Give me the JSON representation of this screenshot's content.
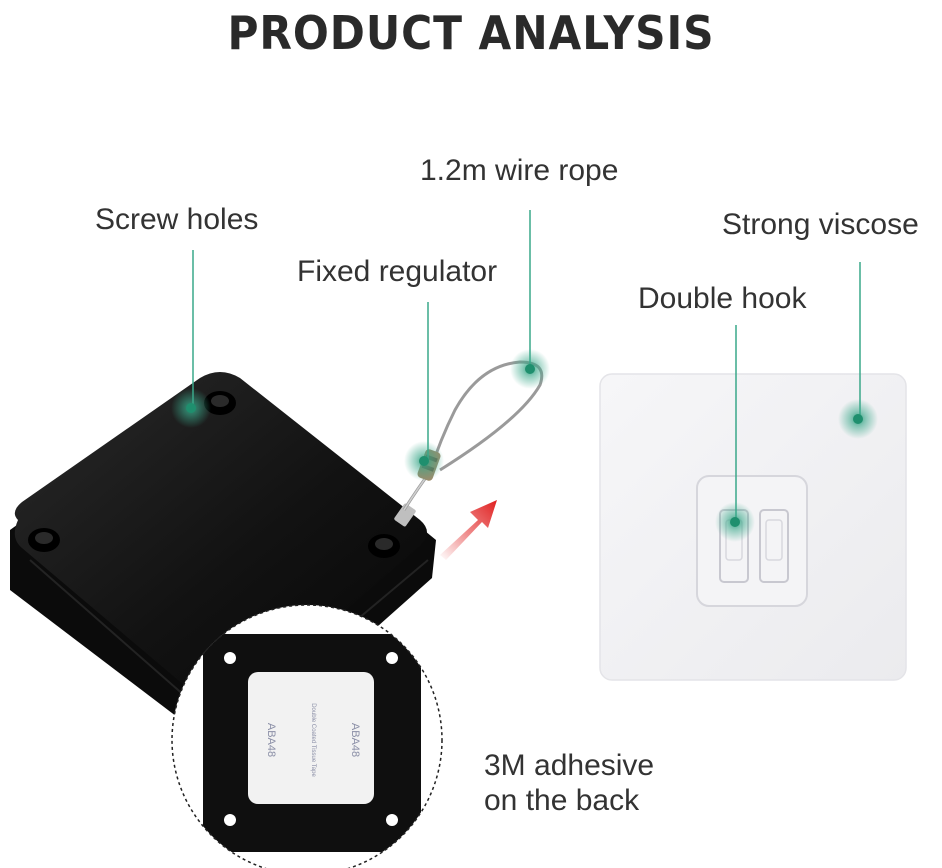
{
  "title": "PRODUCT ANALYSIS",
  "labels": {
    "screw_holes": "Screw holes",
    "wire_rope": "1.2m wire rope",
    "fixed_regulator": "Fixed regulator",
    "strong_viscose": "Strong viscose",
    "double_hook": "Double hook",
    "adhesive_line1": "3M adhesive",
    "adhesive_line2": "on the back"
  },
  "sticker_text": {
    "line1": "ABA48",
    "line2": "Double Coated Tissue Tape",
    "line3": "ABA48"
  },
  "colors": {
    "callout": "#3aa88a",
    "device_body": "#111111",
    "arrow": "#e02020",
    "pad": "#f1f1f3"
  }
}
